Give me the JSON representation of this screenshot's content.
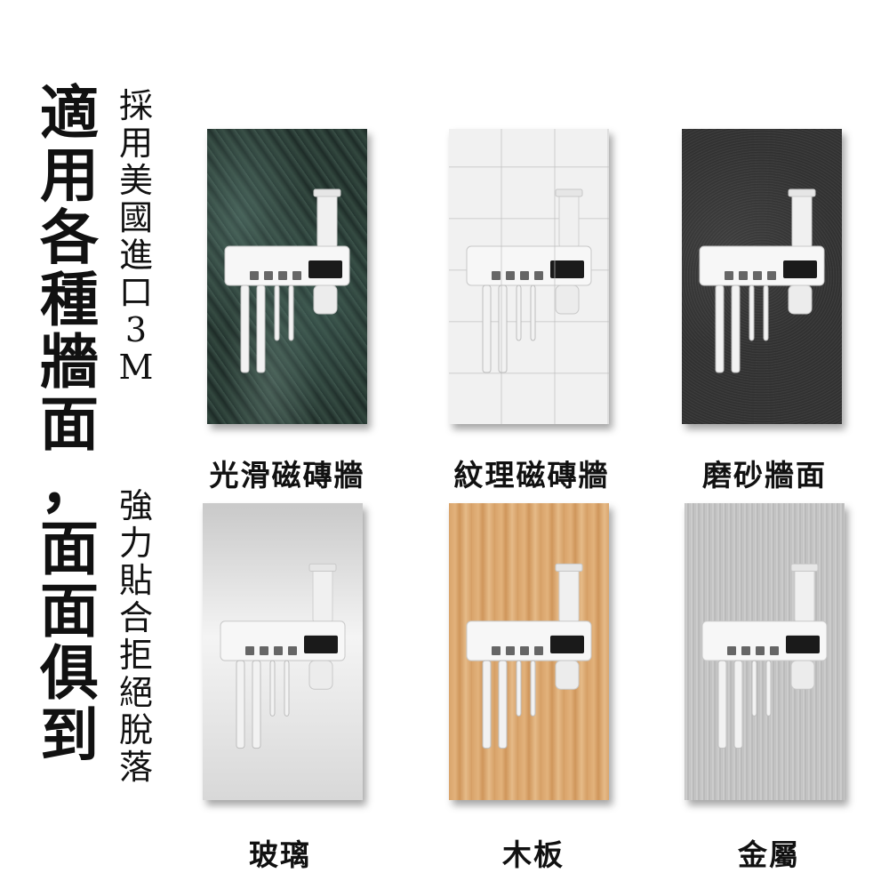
{
  "headline": [
    "適",
    "用",
    "各",
    "種",
    "牆",
    "面",
    "，",
    "面",
    "面",
    "俱",
    "到"
  ],
  "subline_top": [
    "採",
    "用",
    "美",
    "國",
    "進",
    "口",
    "3",
    "M"
  ],
  "subline_bottom": [
    "強",
    "力",
    "貼",
    "合",
    "拒",
    "絕",
    "脫",
    "落"
  ],
  "panels": [
    {
      "caption": "光滑磁磚牆",
      "texture": "marble-icon"
    },
    {
      "caption": "紋理磁磚牆",
      "texture": "tile-icon"
    },
    {
      "caption": "磨砂牆面",
      "texture": "frosted-icon"
    },
    {
      "caption": "玻璃",
      "texture": "glass-icon"
    },
    {
      "caption": "木板",
      "texture": "wood-icon"
    },
    {
      "caption": "金屬",
      "texture": "metal-icon"
    }
  ],
  "colors": {
    "text": "#111111",
    "device": "#f7f7f7",
    "solar": "#1a1a1a"
  }
}
